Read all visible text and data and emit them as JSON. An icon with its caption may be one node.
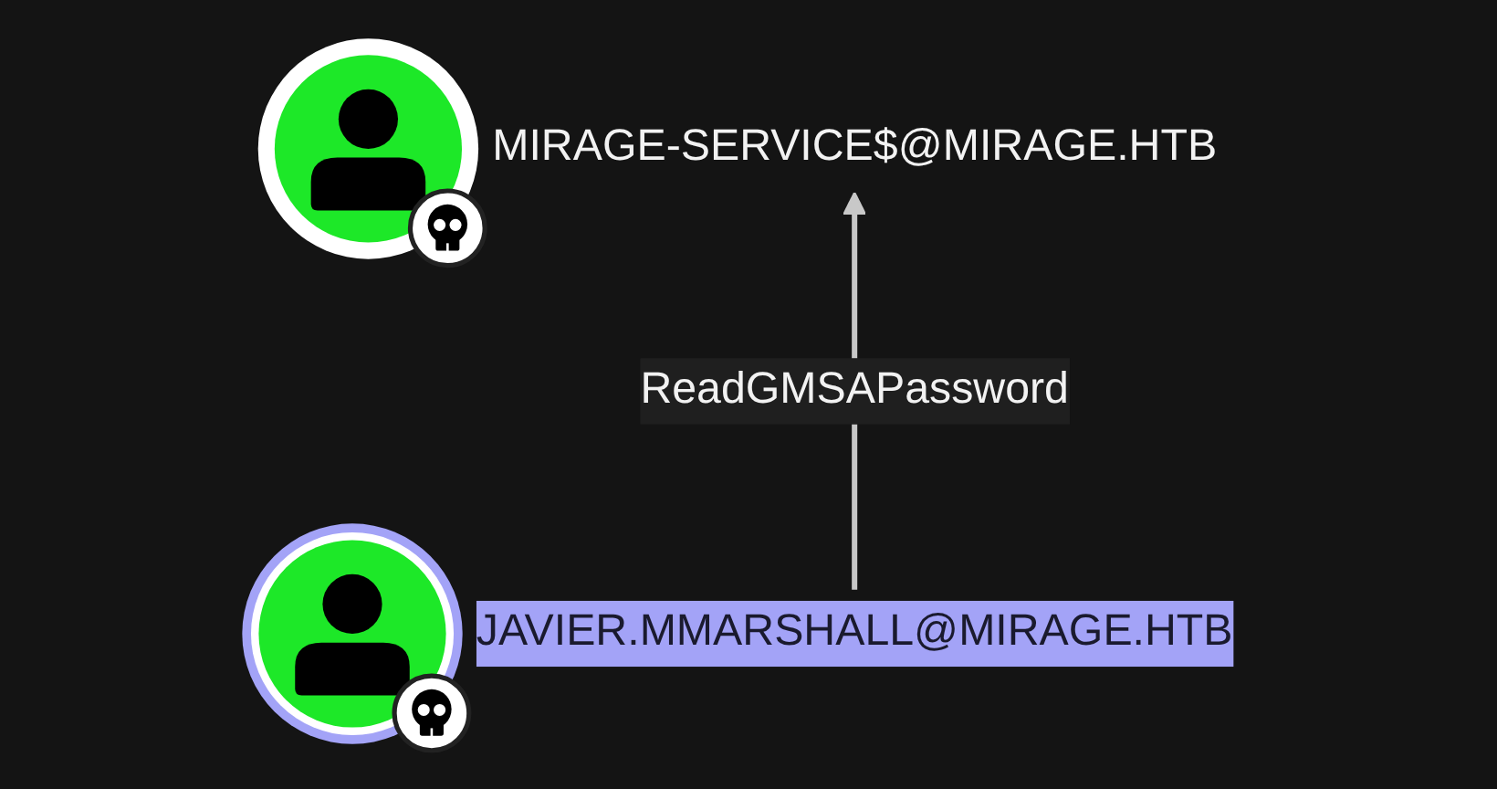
{
  "diagram": {
    "nodes": [
      {
        "text": [
          "MIRAGE-SERVICE$@MIRAGE.HTB"
        ]
      },
      {
        "text": [
          "JAVIER.MMARSHALL@MIRAGE.HTB"
        ]
      }
    ],
    "edges": [
      {
        "from": 1,
        "to": 0,
        "arrow": "to",
        "label": "ReadGMSAPassword"
      }
    ]
  }
}
